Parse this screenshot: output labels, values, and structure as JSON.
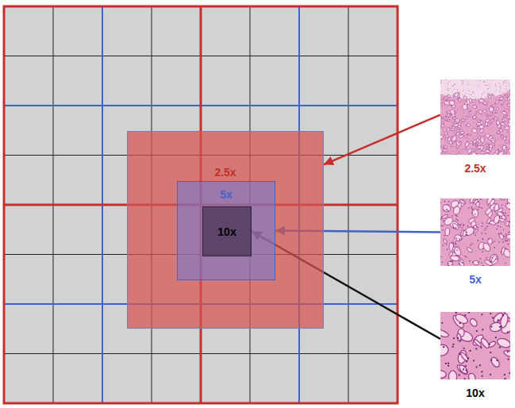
{
  "diagram": {
    "nodes": [
      {
        "text": [
          "2.5x"
        ]
      },
      {
        "text": [
          "5x"
        ],
        "in": 0
      },
      {
        "text": [
          "10x"
        ],
        "in": 1
      },
      {
        "text": [
          "2.5x"
        ]
      },
      {
        "text": [
          "5x"
        ]
      },
      {
        "text": [
          "10x"
        ]
      }
    ],
    "edges": [
      {
        "from": 3,
        "to": 0,
        "arrow": "to"
      },
      {
        "from": 4,
        "to": 1,
        "arrow": "to"
      },
      {
        "from": 5,
        "to": 2,
        "arrow": "to"
      }
    ]
  }
}
